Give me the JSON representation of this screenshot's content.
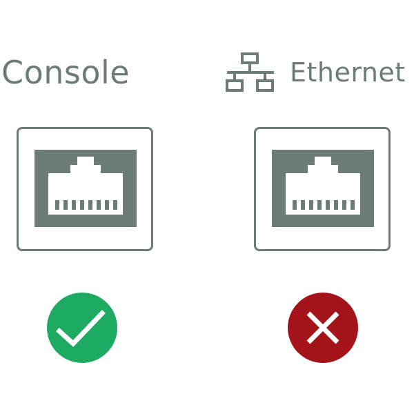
{
  "colors": {
    "label": "#6b7b78",
    "frame": "#6b7b78",
    "port_fill": "#6b7b78",
    "port_inner": "#ffffff",
    "ok": "#1faa62",
    "bad": "#a4121a",
    "mark": "#ffffff"
  },
  "console": {
    "label": "Console",
    "port_icon": "rj45-port-icon",
    "status_icon": "checkmark-icon",
    "status": "supported"
  },
  "ethernet": {
    "label": "Ethernet",
    "network_icon": "network-icon",
    "port_icon": "rj45-port-icon",
    "status_icon": "cross-icon",
    "status": "not supported"
  }
}
